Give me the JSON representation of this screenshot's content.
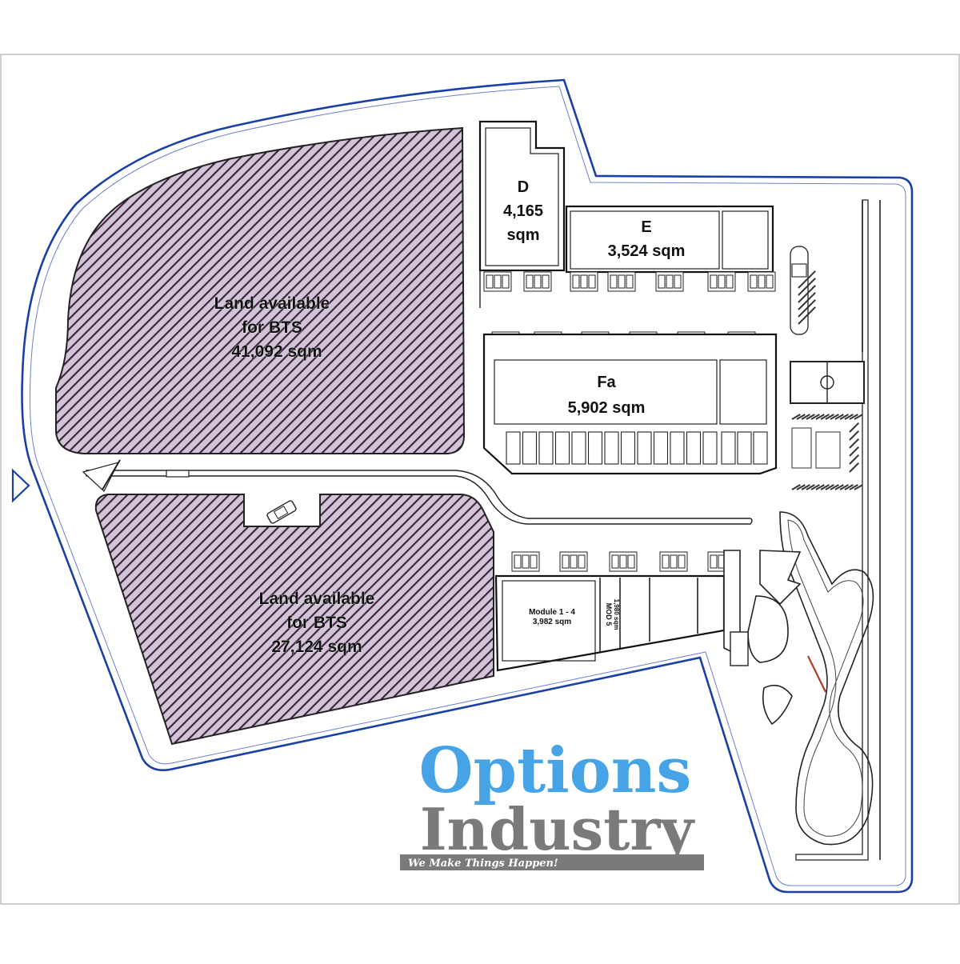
{
  "site_plan": {
    "colors": {
      "site_boundary": "#1a3fa6",
      "land_hatch": "#4a2a4a",
      "land_fill": "#c9b7cf",
      "brand_blue": "#46a3e6",
      "brand_grey": "#7a7a7a",
      "nav_arrow": "#1a3fa6"
    },
    "land_parcels": [
      {
        "line1": "Land available",
        "line2": "for BTS",
        "line3": "41,092 sqm"
      },
      {
        "line1": "Land available",
        "line2": "for BTS",
        "line3": "27,124 sqm"
      }
    ],
    "buildings": {
      "d": {
        "name": "D",
        "area_value": "4,165",
        "area_unit": "sqm"
      },
      "e": {
        "name": "E",
        "area": "3,524 sqm"
      },
      "fa": {
        "name": "Fa",
        "area": "5,902 sqm"
      },
      "modules": {
        "name": "Module 1 - 4",
        "area": "3,982 sqm"
      },
      "module5": {
        "label": "MOD 5",
        "area": "1,980 sqm"
      }
    },
    "icons": [
      "navigation-arrow-icon",
      "car-icon"
    ]
  },
  "watermark": {
    "word1": "Options",
    "word2": "Industry",
    "tagline": "We Make Things Happen!"
  }
}
